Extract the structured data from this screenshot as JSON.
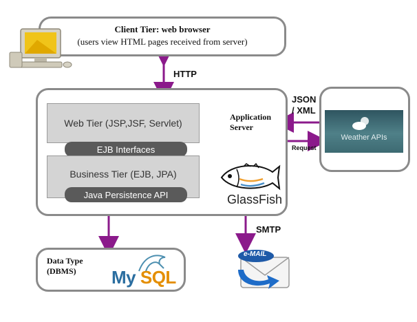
{
  "client": {
    "title": "Client Tier: web browser",
    "subtitle": "(users view HTML pages received from server)"
  },
  "http_label": "HTTP",
  "app_server": {
    "label_line1": "Application",
    "label_line2": "Server",
    "web_tier": "Web Tier (JSP,JSF, Servlet)",
    "ejb_interfaces": "EJB Interfaces",
    "business_tier": "Business Tier (EJB, JPA)",
    "jpa": "Java Persistence API",
    "glassfish_logo": "GlassFish"
  },
  "weather": {
    "json_line1": "JSON",
    "json_line2": "/ XML",
    "request_label": "Request",
    "api_label": "Weather APIs"
  },
  "smtp_label": "SMTP",
  "email_logo": "e-MAIL",
  "data": {
    "label_line1": "Data Type",
    "label_line2": "(DBMS)",
    "mysql_logo": "MySQL"
  },
  "colors": {
    "arrow": "#8b1a8b",
    "box_border": "#8a8a8a",
    "pill": "#5a5a5a"
  }
}
